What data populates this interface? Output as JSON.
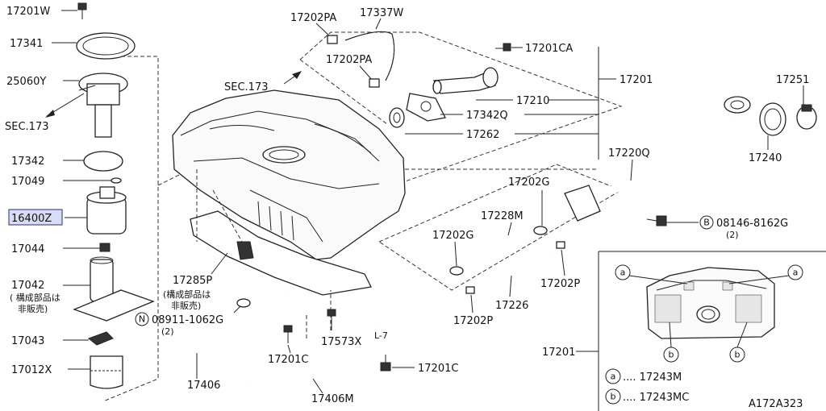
{
  "diagram_id": "A172A323",
  "parts": {
    "p17201W": "17201W",
    "p17341": "17341",
    "p25060Y": "25060Y",
    "sec173_left": "SEC.173",
    "p17342": "17342",
    "p17049": "17049",
    "p16400Z": "16400Z",
    "p17044": "17044",
    "p17042": "17042",
    "p17042_note1": "( 構成部品は",
    "p17042_note2": "非販売)",
    "p17043": "17043",
    "p17012X": "17012X",
    "p17202PA_top": "17202PA",
    "p17337W": "17337W",
    "p17202PA_mid": "17202PA",
    "sec173_mid": "SEC.173",
    "p17201CA": "17201CA",
    "p17201_top": "17201",
    "p17210": "17210",
    "p17342Q": "17342Q",
    "p17262": "17262",
    "p17251": "17251",
    "p17220Q": "17220Q",
    "p17240": "17240",
    "p17202G_a": "17202G",
    "p17228M": "17228M",
    "p17202G_b": "17202G",
    "p08146_prefix": "B",
    "p08146": "08146-8162G",
    "p08146_qty": "(2)",
    "p17285P": "17285P",
    "p17285P_note1": "(構成部品は",
    "p17285P_note2": "非販売)",
    "p17202P_a": "17202P",
    "p17226": "17226",
    "p17202P_b": "17202P",
    "p08911_prefix": "N",
    "p08911": "08911-1062G",
    "p08911_qty": "(2)",
    "p17573X": "17573X",
    "p17201C_a": "17201C",
    "p17201C_b": "17201C",
    "p17406": "17406",
    "p17406M": "17406M",
    "p17201_bottom": "17201",
    "tag_a": "a",
    "tag_b": "b",
    "legend_a_text": ".... 17243M",
    "legend_b_text": ".... 17243MC"
  }
}
